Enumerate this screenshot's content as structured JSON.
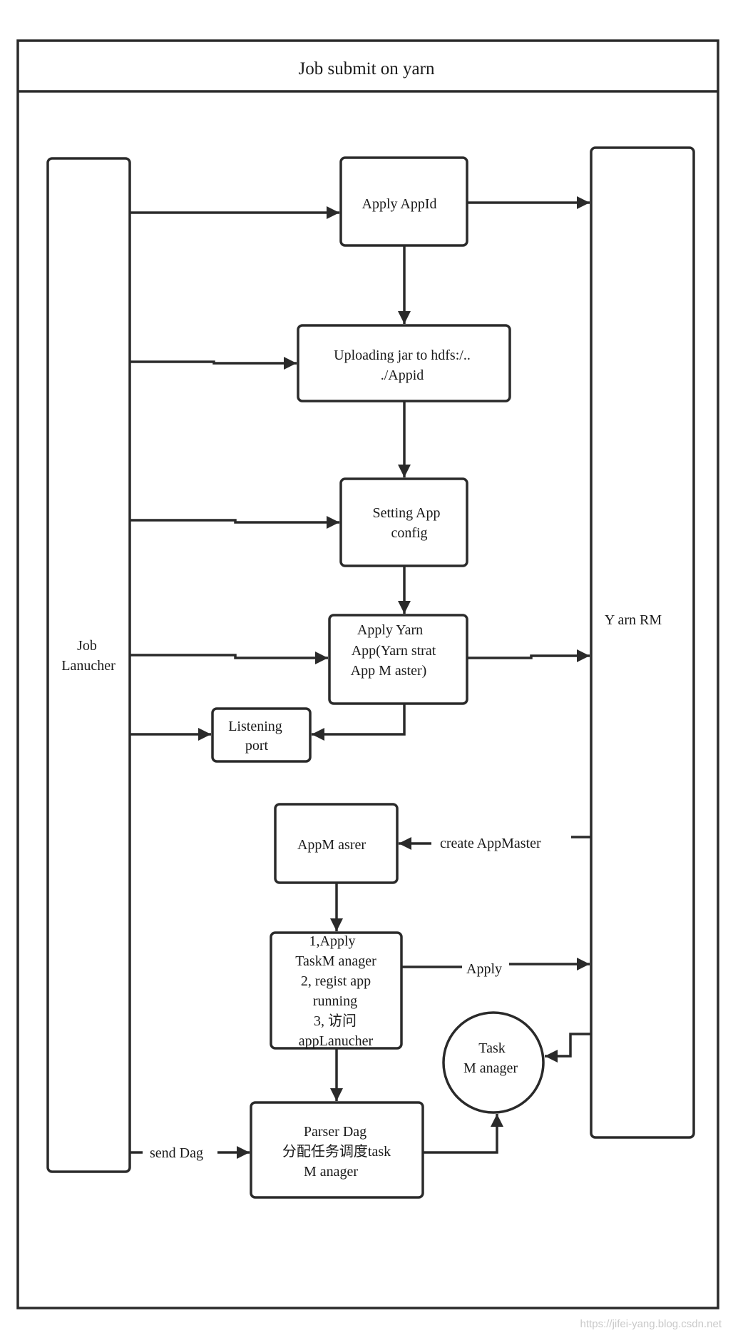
{
  "title": "Job submit on yarn",
  "nodes": {
    "job_launcher": [
      "Job",
      "Lanucher"
    ],
    "yarn_rm": [
      "Y arn  RM"
    ],
    "apply_appid": [
      "Apply AppId"
    ],
    "upload_jar": [
      "Uploading jar to  hdfs:/..",
      "./Appid"
    ],
    "setting_config": [
      "Setting App",
      "config"
    ],
    "apply_yarn_app": [
      "Apply Yarn",
      "App(Yarn  strat",
      "App  M aster)"
    ],
    "listening_port": [
      "Listening",
      "port"
    ],
    "app_master": [
      "AppM asrer"
    ],
    "apply_taskmanager": [
      "1,Apply",
      "TaskM anager",
      "2, regist app",
      "running",
      "3, 访问",
      "appLanucher"
    ],
    "task_manager": [
      "Task",
      "M anager"
    ],
    "parser_dag": [
      "Parser Dag",
      "分配任务调度task",
      "M anager"
    ]
  },
  "edge_labels": {
    "create_appmaster": "create AppMaster",
    "apply": "Apply",
    "send_dag": "send Dag"
  },
  "watermark": "https://jifei-yang.blog.csdn.net",
  "colors": {
    "stroke": "#2a2a2a",
    "background": "#ffffff",
    "text": "#1a1a1a"
  }
}
